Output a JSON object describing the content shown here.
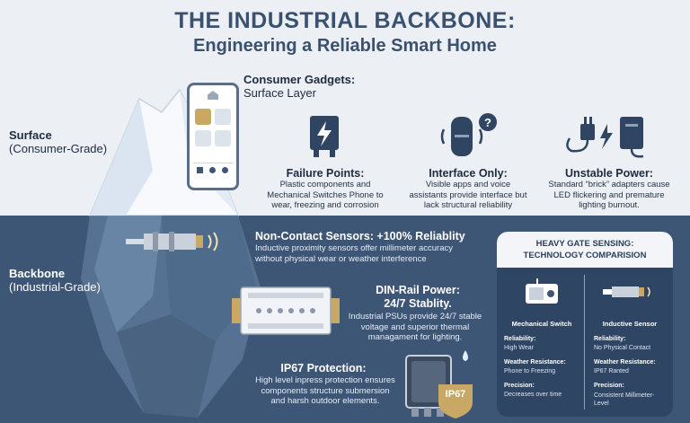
{
  "title": {
    "line1": "THE INDUSTRIAL BACKBONE:",
    "line2": "Engineering a Reliable Smart Home"
  },
  "consumer": {
    "heading": "Consumer Gadgets:",
    "sub": "Surface Layer"
  },
  "surface_label": {
    "title": "Surface",
    "sub": "(Consumer-Grade)"
  },
  "backbone_label": {
    "title": "Backbone",
    "sub": "(Industrial-Grade)"
  },
  "features": [
    {
      "title": "Failure Points:",
      "text": "Plastic components and Mechanical Switches Phone to wear, freezing and corrosion",
      "icon": "power-box-icon"
    },
    {
      "title": "Interface Only:",
      "text": "Visible apps and voice assistants provide interface but lack structural reliability",
      "icon": "smart-speaker-icon"
    },
    {
      "title": "Unstable Power:",
      "text": "Standard “brick” adapters cause LED flickering and premature lighting burnout.",
      "icon": "power-adapter-icon"
    }
  ],
  "sensors": {
    "title": "Non-Contact Sensors: +100% Reliablity",
    "text": "Inductive proximity sensors offer millimeter accuracy without physical wear or weather interference"
  },
  "dinrail": {
    "title1": "DIN-Rail Power:",
    "title2": "24/7 Stablity.",
    "text": "Industrial PSUs provide 24/7 stable voltage and superior thermal managament for lighting."
  },
  "ip67": {
    "title": "IP67 Protection:",
    "text": "High level inpress protection ensures components structure submersion and harsh outdoor elements.",
    "badge": "IP67"
  },
  "comparison": {
    "heading1": "HEAVY GATE SENSING:",
    "heading2": "TECHNOLOGY COMPARISION",
    "col_left": "Mechanical Switch",
    "col_right": "Inductive Sensor",
    "rows": [
      {
        "label": "Reliability:",
        "left": "High Wear",
        "right": "No Physical Contact"
      },
      {
        "label": "Weather Resistance:",
        "left": "Phone to Freezing",
        "right": "IP67 Ranted"
      },
      {
        "label": "Precision:",
        "left": "Decreases over time",
        "right": "Consistent Millimeter-Level"
      }
    ]
  },
  "colors": {
    "dark_blue": "#3d5676",
    "panel_blue": "#2e4563",
    "light_bg": "#eceff3",
    "gold": "#c9a866"
  }
}
